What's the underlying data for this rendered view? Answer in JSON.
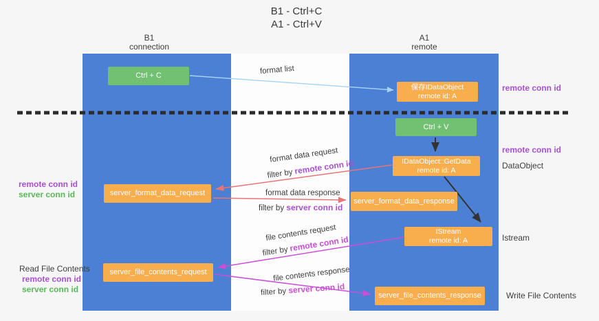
{
  "title": {
    "line1": "B1 - Ctrl+C",
    "line2": "A1 - Ctrl+V"
  },
  "columns": {
    "left": {
      "name": "B1",
      "role": "connection"
    },
    "right": {
      "name": "A1",
      "role": "remote"
    }
  },
  "boxes": {
    "ctrl_c": {
      "label": "Ctrl + C"
    },
    "save_dataobject": {
      "line1": "保存IDataObject",
      "line2": "remote id: A"
    },
    "ctrl_v": {
      "label": "Ctrl + V"
    },
    "getdata": {
      "line1": "IDataObject::GetData",
      "line2": "remote id: A"
    },
    "istream": {
      "line1": "IStream",
      "line2": "remote id: A"
    },
    "server_format_data_request": {
      "label": "server_format_data_request"
    },
    "server_format_data_response": {
      "label": "server_format_data_response"
    },
    "server_file_contents_request": {
      "label": "server_file_contents_request"
    },
    "server_file_contents_response": {
      "label": "server_file_contents_response"
    }
  },
  "arrow_labels": {
    "format_list": "format list",
    "format_data_request": "format data request",
    "format_data_response": "format data response",
    "file_contents_request": "file contents request",
    "file_contents_response": "file contents response",
    "filter_by": "filter by ",
    "remote_conn_id": "remote conn id",
    "server_conn_id": "server conn id"
  },
  "side_labels": {
    "remote_conn_id": "remote conn id",
    "server_conn_id": "server conn id",
    "dataobject": "DataObject",
    "istream": "Istream",
    "read_file_contents": "Read File Contents",
    "write_file_contents": "Write File Contents"
  },
  "colors": {
    "background": "#f6f6f6",
    "band_white": "#fdfdfd",
    "column_blue": "#4b80d5",
    "box_orange": "#f8ae4d",
    "box_green": "#72c072",
    "arrow_salmon": "#e87474",
    "arrow_magenta": "#ca4fd4",
    "arrow_blue": "#a6d3f2",
    "arrow_black": "#333333",
    "dashed_line": "#2b2b2b",
    "text_purple": "#a94fd2",
    "text_magenta": "#c94fd2",
    "text_green": "#57b957",
    "text_dark": "#3d3d3d"
  }
}
